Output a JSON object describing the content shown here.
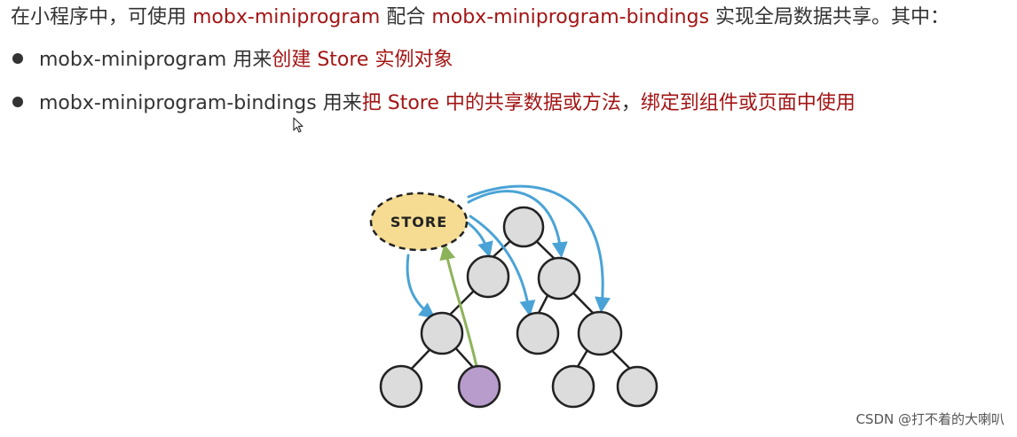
{
  "intro": {
    "prefix": "在小程序中，可使用 ",
    "pkg_a": "mobx-miniprogram",
    "mid": " 配合 ",
    "pkg_b": "mobx-miniprogram-bindings",
    "suffix": " 实现全局数据共享。其中："
  },
  "bullets": [
    {
      "lead": "mobx-miniprogram 用来",
      "highlight": "创建 Store 实例对象"
    },
    {
      "lead": "mobx-miniprogram-bindings 用来",
      "highlight": "把 Store 中的共享数据或方法",
      "sep": "，",
      "highlight2": "绑定到组件或页面中使用"
    }
  ],
  "diagram": {
    "store_label": "STORE",
    "colors": {
      "store_fill": "#f5dc92",
      "node_fill": "#dcdcdc",
      "node_active_fill": "#b89ccc",
      "blue_arrow": "#4aa3d6",
      "green_arrow": "#8db35a",
      "outline": "#222222"
    }
  },
  "watermark": "CSDN @打不着的大喇叭"
}
